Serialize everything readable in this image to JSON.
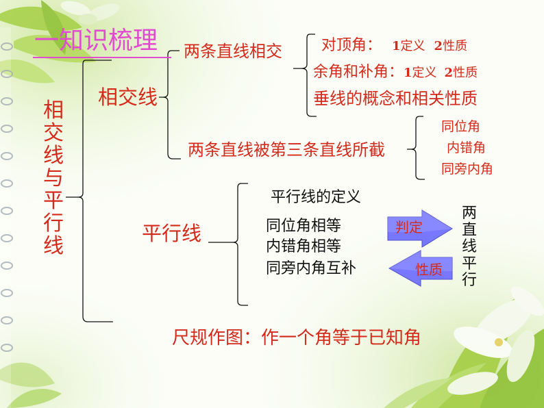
{
  "title": "一知识梳理",
  "root": "相交线与平行线",
  "branch_intersect": {
    "label": "相交线",
    "two_lines_intersect": "两条直线相交",
    "vertical_angles": {
      "label": "对顶角：",
      "num1": "1",
      "def": "定义",
      "num2": "2",
      "prop": "性质"
    },
    "comp_supp": {
      "label": "余角和补角：",
      "num1": "1",
      "def": "定义",
      "num2": "2",
      "prop": "性质"
    },
    "perpendicular": "垂线的概念和相关性质",
    "transversal": "两条直线被第三条直线所截",
    "angles": [
      "同位角",
      "内错角",
      "同旁内角"
    ]
  },
  "branch_parallel": {
    "label": "平行线",
    "definition": "平行线的定义",
    "conditions": [
      "同位角相等",
      "内错角相等",
      "同旁内角互补"
    ],
    "judge_label": "判定",
    "property_label": "性质",
    "result": "两直线平行"
  },
  "construction": "尺规作图：作一个角等于已知角",
  "colors": {
    "red_text": "#d42a1c",
    "title_text": "#e04bd0",
    "bracket": "#111111",
    "arrow_fill": "#7777ff",
    "leaf_green": "#9fca3e",
    "flower_white": "#f7f9f2"
  }
}
